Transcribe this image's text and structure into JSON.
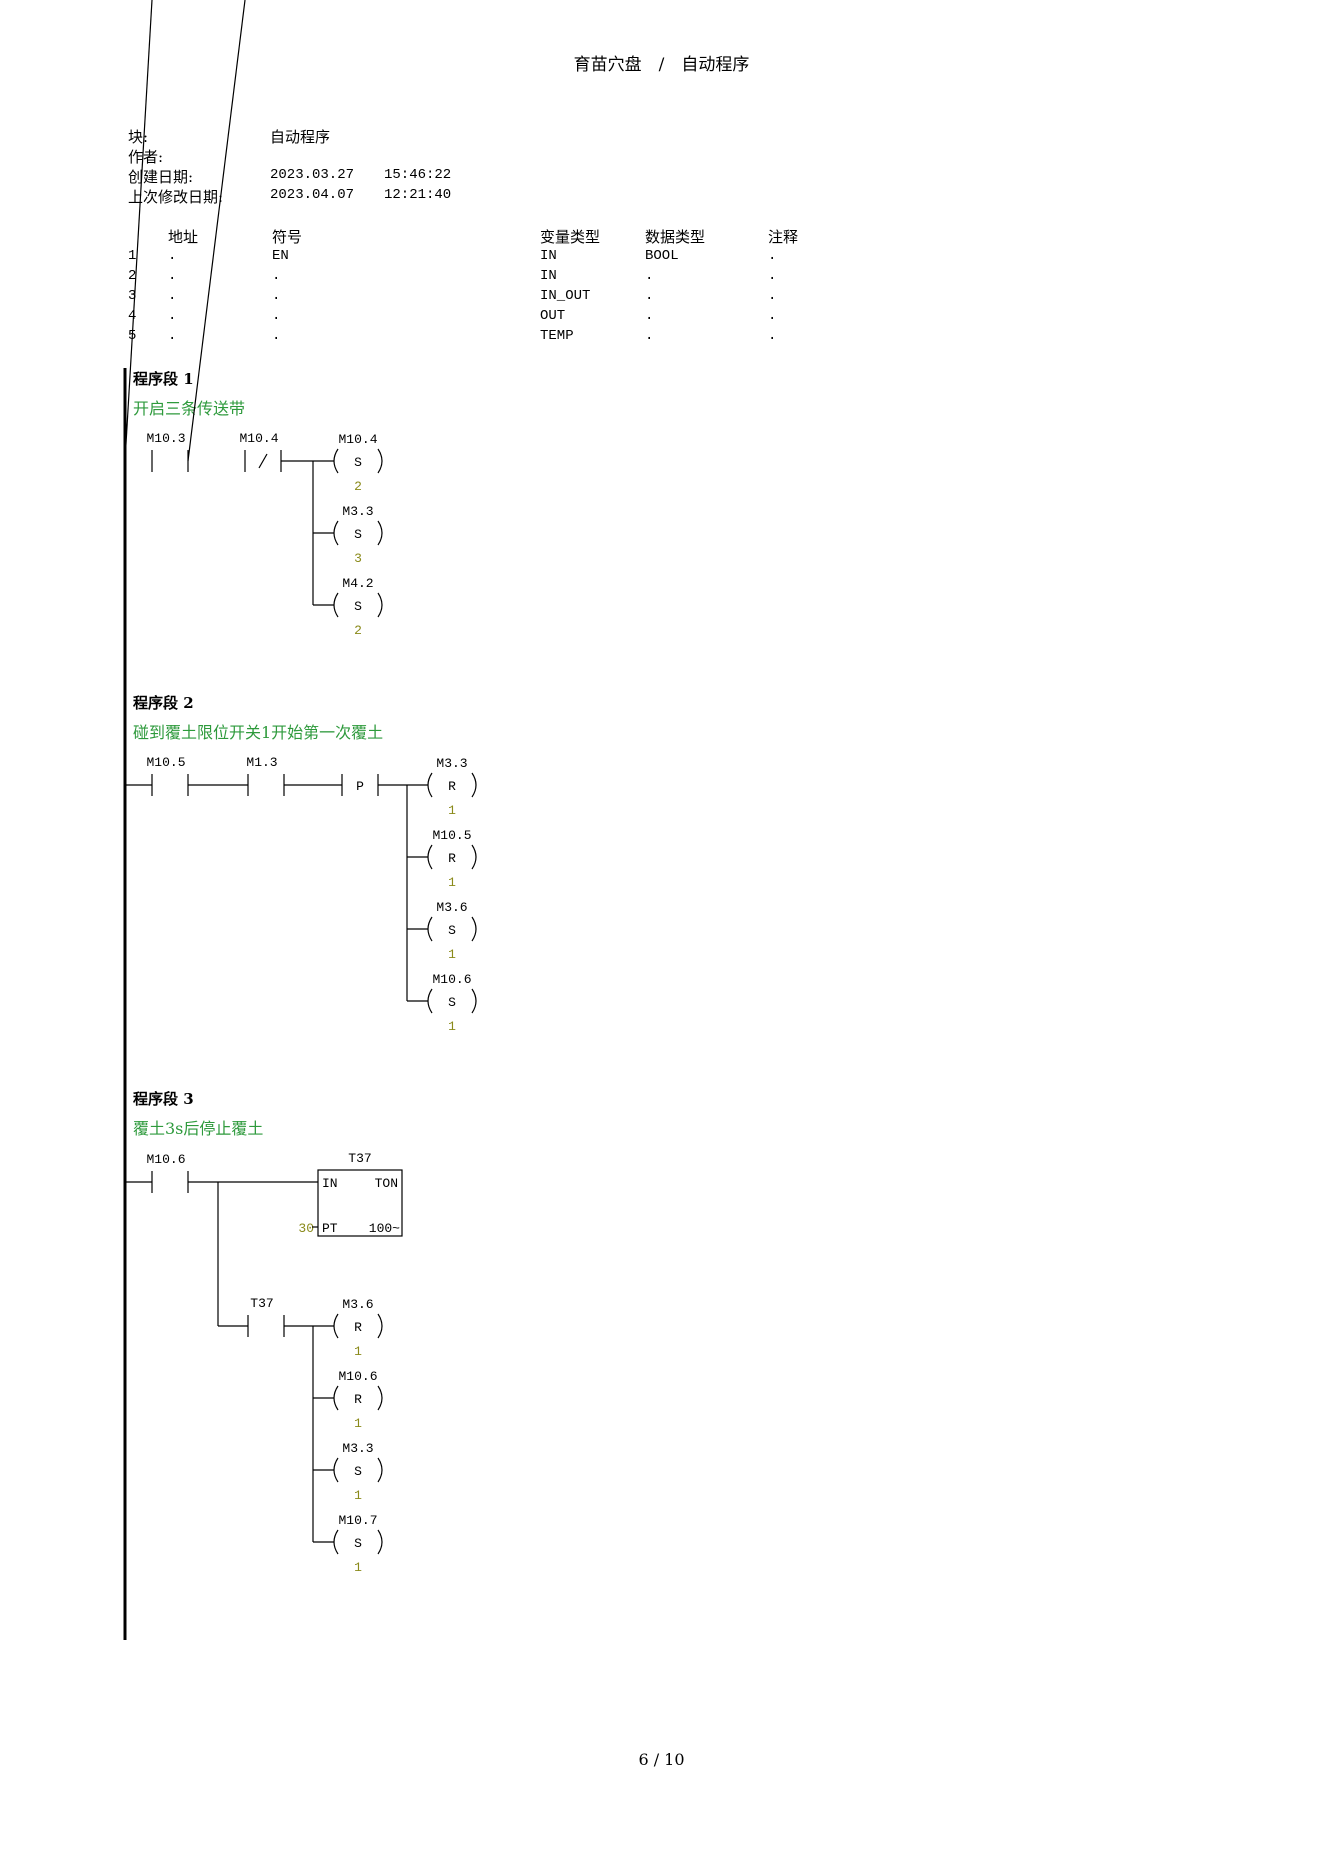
{
  "header": {
    "title": "育苗穴盘　/　自动程序"
  },
  "meta": {
    "block_label": "块:",
    "block_value": "自动程序",
    "author_label": "作者:",
    "created_label": "创建日期:",
    "created_date": "2023.03.27",
    "created_time": "15:46:22",
    "modified_label": "上次修改日期:",
    "modified_date": "2023.04.07",
    "modified_time": "12:21:40"
  },
  "var_table": {
    "headers": [
      "地址",
      "符号",
      "变量类型",
      "数据类型",
      "注释"
    ],
    "rows": [
      [
        "1",
        ".",
        "EN",
        "IN",
        "BOOL",
        "."
      ],
      [
        "2",
        ".",
        ".",
        "IN",
        ".",
        "."
      ],
      [
        "3",
        ".",
        ".",
        "IN_OUT",
        ".",
        "."
      ],
      [
        "4",
        ".",
        ".",
        "OUT",
        ".",
        "."
      ],
      [
        "5",
        ".",
        ".",
        "TEMP",
        ".",
        "."
      ]
    ]
  },
  "networks": [
    {
      "title": "程序段 1",
      "comment": "开启三条传送带",
      "contacts": [
        {
          "addr": "M10.3",
          "type": "NO"
        },
        {
          "addr": "M10.4",
          "type": "NC"
        }
      ],
      "coils": [
        {
          "addr": "M10.4",
          "op": "S",
          "n": "2"
        },
        {
          "addr": "M3.3",
          "op": "S",
          "n": "3"
        },
        {
          "addr": "M4.2",
          "op": "S",
          "n": "2"
        }
      ]
    },
    {
      "title": "程序段 2",
      "comment": "碰到覆土限位开关1开始第一次覆土",
      "contacts": [
        {
          "addr": "M10.5",
          "type": "NO"
        },
        {
          "addr": "M1.3",
          "type": "NO"
        },
        {
          "addr": "",
          "type": "P",
          "label": "P"
        }
      ],
      "coils": [
        {
          "addr": "M3.3",
          "op": "R",
          "n": "1"
        },
        {
          "addr": "M10.5",
          "op": "R",
          "n": "1"
        },
        {
          "addr": "M3.6",
          "op": "S",
          "n": "1"
        },
        {
          "addr": "M10.6",
          "op": "S",
          "n": "1"
        }
      ]
    },
    {
      "title": "程序段 3",
      "comment": "覆土3s后停止覆土",
      "contacts": [
        {
          "addr": "M10.6",
          "type": "NO"
        }
      ],
      "timer": {
        "name": "T37",
        "in": "IN",
        "type": "TON",
        "pt_label": "PT",
        "pt_value": "30",
        "res": "100~"
      },
      "branch_contact": {
        "addr": "T37",
        "type": "NO"
      },
      "coils": [
        {
          "addr": "M3.6",
          "op": "R",
          "n": "1"
        },
        {
          "addr": "M10.6",
          "op": "R",
          "n": "1"
        },
        {
          "addr": "M3.3",
          "op": "S",
          "n": "1"
        },
        {
          "addr": "M10.7",
          "op": "S",
          "n": "1"
        }
      ]
    }
  ],
  "footer": {
    "page": "6 / 10"
  }
}
